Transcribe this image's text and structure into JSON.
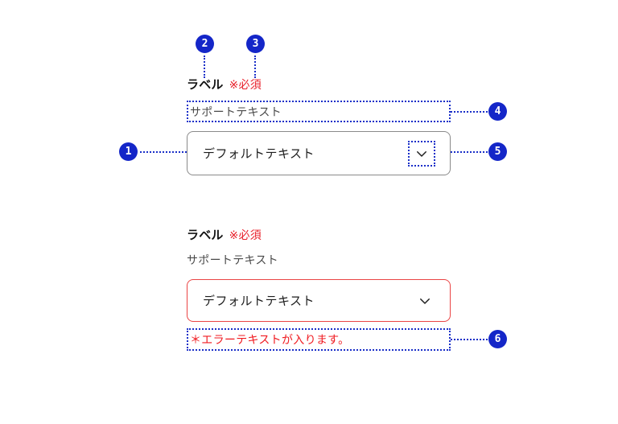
{
  "page": {
    "background": "#ffffff",
    "accent_blue": "#1426c8",
    "annotation_blue": "#1a2fc8",
    "error_red": "#ea4444",
    "required_red": "#e8202a",
    "default_border_gray": "#8a8a8a"
  },
  "specs": [
    {
      "id": "default-state",
      "label_main": "ラベル",
      "label_required": "※必須",
      "support_text": "サポートテキスト",
      "select_value": "デフォルトテキスト",
      "chevron_icon": "chevron-down-icon",
      "state": "default"
    },
    {
      "id": "error-state",
      "label_main": "ラベル",
      "label_required": "※必須",
      "support_text": "サポートテキスト",
      "select_value": "デフォルトテキスト",
      "chevron_icon": "chevron-down-icon",
      "error_text": "＊エラーテキストが入ります。",
      "state": "error"
    }
  ],
  "callouts": [
    {
      "number": "1",
      "target": "select-box-default"
    },
    {
      "number": "2",
      "target": "label-text"
    },
    {
      "number": "3",
      "target": "required-marker"
    },
    {
      "number": "4",
      "target": "support-text"
    },
    {
      "number": "5",
      "target": "chevron-icon"
    },
    {
      "number": "6",
      "target": "error-text"
    }
  ]
}
